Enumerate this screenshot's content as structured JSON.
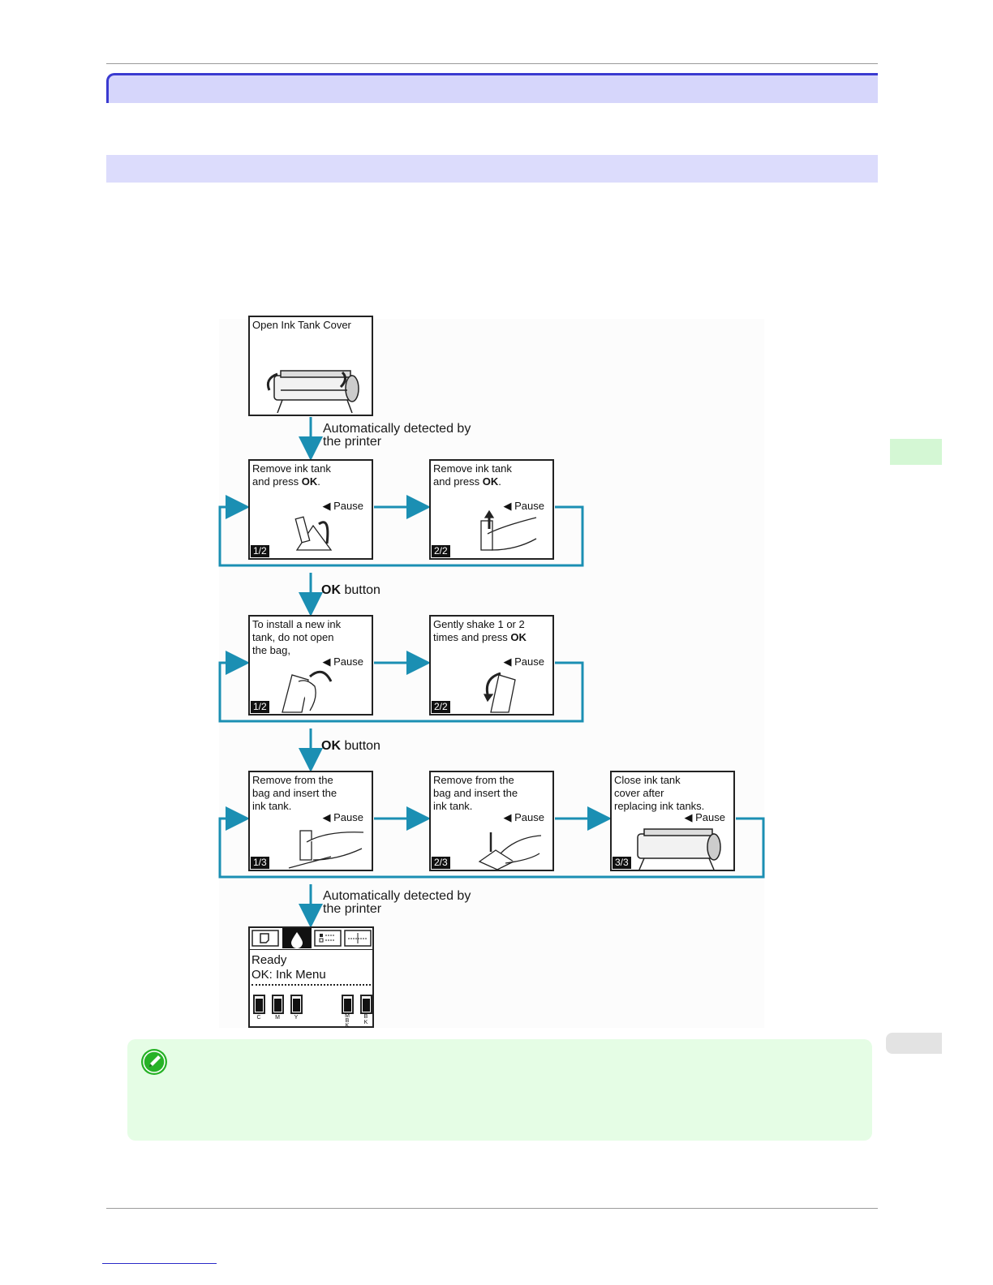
{
  "diagram": {
    "step_open_cover": "Open Ink Tank Cover",
    "auto_detect_1_line1": "Automatically detected by",
    "auto_detect_1_line2": "the printer",
    "remove_tank_1": "Remove ink tank\nand press ",
    "remove_tank_1_ok": "OK",
    "remove_tank_1_dot": ".",
    "remove_tank_1_page": "1/2",
    "remove_tank_2": "Remove ink tank\nand press ",
    "remove_tank_2_ok": "OK",
    "remove_tank_2_dot": ".",
    "remove_tank_2_page": "2/2",
    "ok_button_bold": "OK",
    "ok_button_rest": " button",
    "install_1": "To install a new ink\ntank, do not open\nthe bag,",
    "install_1_page": "1/2",
    "shake_2": "Gently shake 1 or 2\ntimes and press ",
    "shake_2_ok": "OK",
    "shake_2_page": "2/2",
    "insert_1": "Remove from the\nbag and insert the\nink tank.",
    "insert_1_page": "1/3",
    "insert_2": "Remove from the\nbag and insert the\nink tank.",
    "insert_2_page": "2/3",
    "close_3": "Close ink tank\ncover after\nreplacing ink tanks.",
    "close_3_page": "3/3",
    "pause": "◀ Pause",
    "auto_detect_2_line1": "Automatically detected by",
    "auto_detect_2_line2": "the printer",
    "status_ready": "Ready",
    "status_menu": "OK: Ink Menu",
    "ink_labels": [
      "C",
      "M",
      "Y",
      "M\nB\nK",
      "B\nK"
    ]
  },
  "colors": {
    "flow_arrow": "#1b8fb3",
    "title_band": "#d6d6fb",
    "note_bg": "#e5fde5",
    "side_tab": "#d4f7d4"
  },
  "icons": [
    "pencil-note-icon",
    "document-tab-icon",
    "ink-drop-icon",
    "settings-tab-icon",
    "adjust-tab-icon"
  ]
}
